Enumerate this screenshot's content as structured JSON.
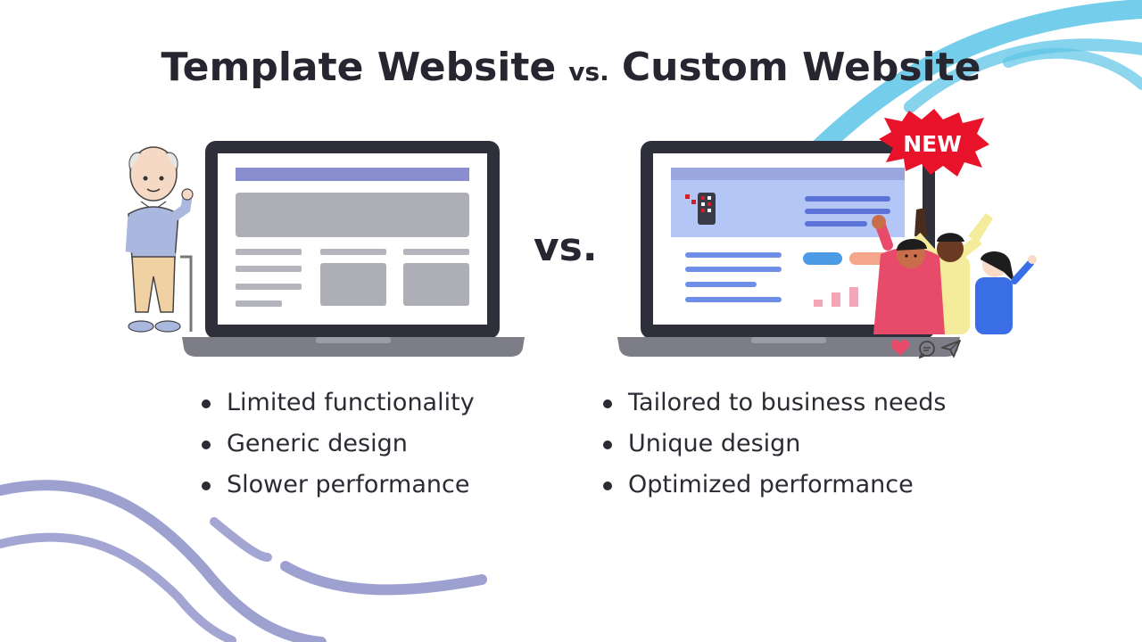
{
  "title": {
    "left": "Template Website",
    "separator": "vs.",
    "right": "Custom Website"
  },
  "center_vs": "vs.",
  "badge": "NEW",
  "left_column": {
    "bullets": [
      "Limited functionality",
      "Generic design",
      "Slower performance"
    ]
  },
  "right_column": {
    "bullets": [
      "Tailored to business needs",
      "Unique design",
      "Optimized performance"
    ]
  },
  "icons": [
    "old-man-icon",
    "heart-icon",
    "comment-icon",
    "send-icon",
    "people-cheering-icon",
    "logo-icon"
  ],
  "colors": {
    "brush_blue": "#5cc4e6",
    "brush_purple": "#8c90c8",
    "badge_red": "#e8132b",
    "accent_blue": "#6f8ee8",
    "title_text": "#262630"
  }
}
